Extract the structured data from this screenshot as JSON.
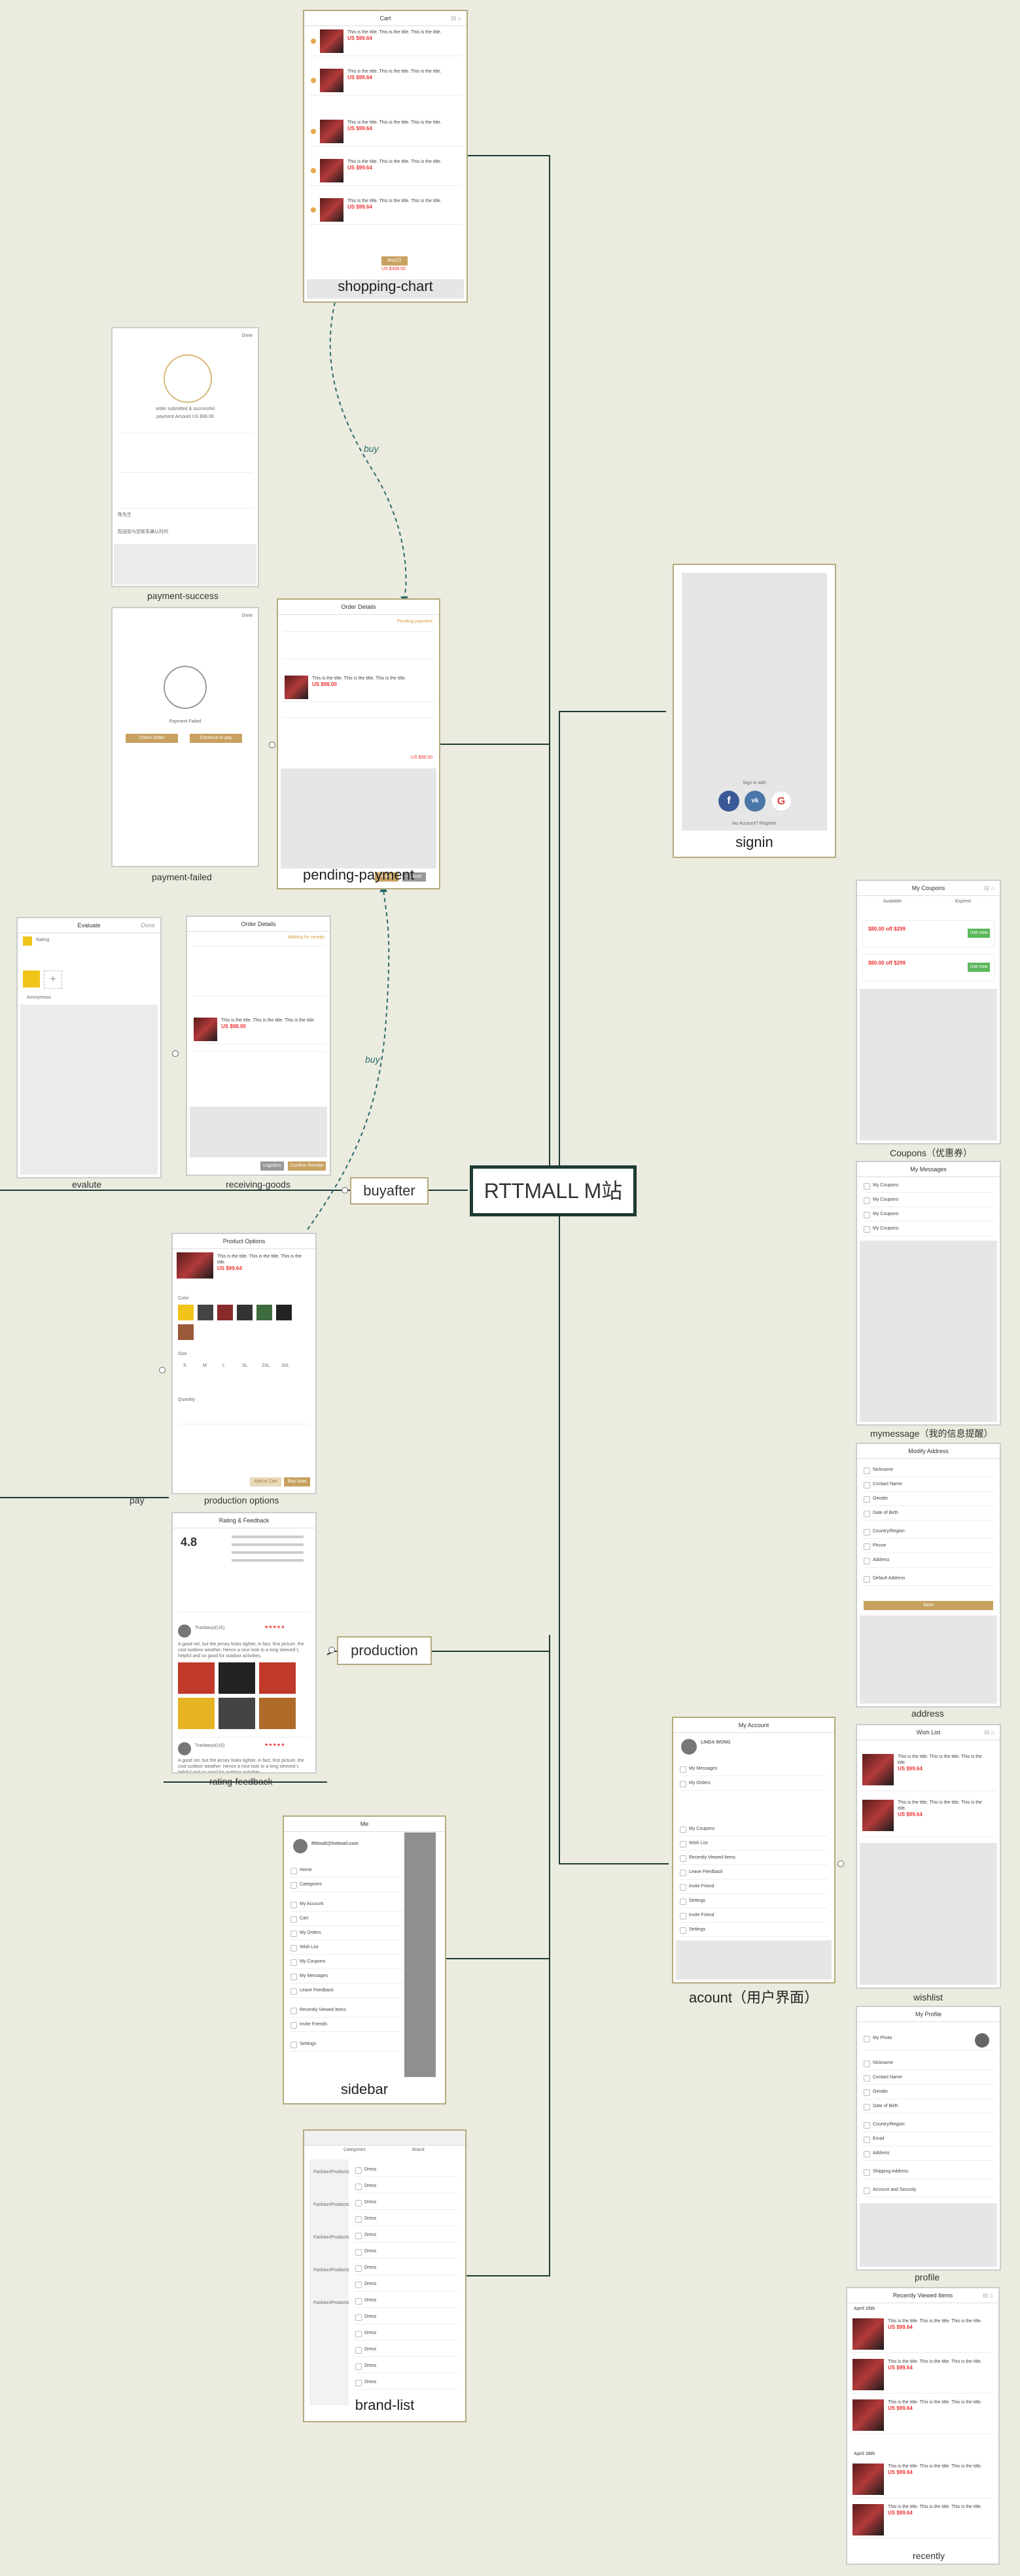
{
  "main_title": "RTTMALL M站",
  "nodes": {
    "shopping_chart": "shopping-chart",
    "payment_success": "payment-success",
    "payment_failed": "payment-failed",
    "pending_payment": "pending-payment",
    "signin": "signin",
    "coupons": "Coupons（优惠券）",
    "mymessage": "mymessage（我的信息提醒）",
    "address": "address",
    "wishlist": "wishlist",
    "profile": "profile",
    "recently": "recently",
    "acount": "acount（用户界面）",
    "evalute": "evalute",
    "receiving_goods": "receiving-goods",
    "buyafter": "buyafter",
    "pay": "pay",
    "production_options": "production options",
    "rating_feedback": "rating-feedback",
    "production": "production",
    "sidebar": "sidebar",
    "brand_list": "brand-list"
  },
  "edge_labels": {
    "buy_top": "buy",
    "buy_bottom": "buy"
  },
  "screens": {
    "cart": {
      "title": "Cart",
      "product_text": "This is the title. This is the title. This is the title.",
      "price": "US $99.64",
      "button": "Buy(2)",
      "total": "US $398.56"
    },
    "payment_success": {
      "done": "Done",
      "order_text": "order submitted & successful",
      "amount": "payment Amount US $98.00",
      "contact": "陈先生",
      "note": "配送前与您联系确认时间"
    },
    "payment_failed": {
      "done": "Done",
      "status": "Payment Failed",
      "btn1": "Check Order",
      "btn2": "Continue to pay"
    },
    "pending_payment": {
      "title": "Order Details",
      "status": "Pending payment",
      "price": "US $98.00",
      "total": "US $98.00",
      "btn1": "Return",
      "btn2": "Cancel"
    },
    "signin": {
      "sign_with": "Sign in with",
      "foot": "No Account? Register"
    },
    "coupons": {
      "title": "My Coupons",
      "tab1": "Available",
      "tab2": "Expired",
      "coupon1": "$80.00 off $299",
      "coupon2": "$80.00 off $299",
      "use": "Use now"
    },
    "messages": {
      "title": "My Messages",
      "item": "My Coupons"
    },
    "address": {
      "title": "Modify Address",
      "save": "Save",
      "fields": [
        "Nickname",
        "Contact Name",
        "Gender",
        "Date of Birth",
        "Country/Region",
        "Phone",
        "Address",
        "Default Address"
      ]
    },
    "wishlist": {
      "title": "Wish List",
      "price": "US $99.64"
    },
    "profile": {
      "title": "My Profile",
      "fields": [
        "My Photo",
        "Nickname",
        "Contact Name",
        "Gender",
        "Date of Birth",
        "Country/Region",
        "Email",
        "Address",
        "Shipping Address",
        "Account and Security"
      ]
    },
    "recently": {
      "title": "Recently Viewed Items",
      "date1": "April 15th",
      "date2": "April 16th",
      "price": "US $99.64"
    },
    "account": {
      "title": "My Account",
      "user": "LINDA WONG",
      "items": [
        "My Messages",
        "My Orders",
        "My Coupons",
        "Wish List",
        "Recently Viewed Items",
        "Leave Feedback",
        "Invite Friend",
        "Settings",
        "Invite Friend",
        "Settings"
      ]
    },
    "evaluate": {
      "title": "Evaluate",
      "done": "Done",
      "rating": "Rating",
      "anon": "Anonymous"
    },
    "receiving": {
      "title": "Order Details",
      "status": "Waiting for receipt",
      "price": "US $98.00",
      "btn1": "Logistics",
      "btn2": "Confirm Receipt"
    },
    "product_options": {
      "title": "Product Options",
      "price": "US $99.64",
      "color": "Color",
      "size": "Size",
      "sizes": [
        "S",
        "M",
        "L",
        "XL",
        "2XL",
        "3XL"
      ],
      "quantity": "Quantity",
      "btn1": "Add to Cart",
      "btn2": "Buy Now"
    },
    "rating": {
      "title": "Rating & Feedback",
      "score": "4.8",
      "user": "Tranbaoyi(US)",
      "review": "A good set, but the jersey looks tighter, in fact, first picture, the cool outdoor weather. Hence a nice look to a long sleeved t, helpful and so good for outdoor activities."
    },
    "sidebar": {
      "title": "Me",
      "email": "Rttmall@hotmail.com",
      "items": [
        "Home",
        "Categories",
        "My Account",
        "Cart",
        "My Orders",
        "Wish List",
        "My Coupons",
        "My Messages",
        "Leave Feedback",
        "Recently Viewed Items",
        "Invite Friends",
        "Settings"
      ]
    },
    "brand": {
      "tab1": "Categories",
      "tab2": "Brand",
      "item": "Dress",
      "label": "Fashion/Products"
    }
  }
}
